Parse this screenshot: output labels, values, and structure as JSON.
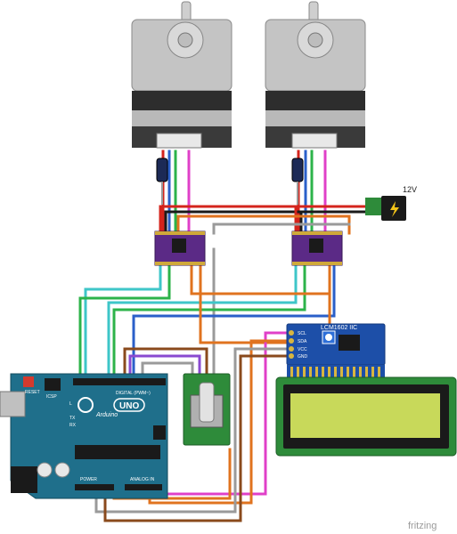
{
  "labels": {
    "supply_voltage": "12V",
    "board_brand": "Arduino",
    "board_model": "UNO",
    "reset": "RESET",
    "icsp": "ICSP",
    "lcd_module": "LCM1602 IIC",
    "watermark": "fritzing",
    "tx": "TX",
    "rx": "RX",
    "l": "L",
    "digital": "DIGITAL (PWM~)",
    "analog": "ANALOG IN",
    "power": "POWER"
  },
  "i2c_pins": [
    "SCL",
    "SDA",
    "VCC",
    "GND"
  ],
  "colors": {
    "motor_body": "#b9b9b9",
    "motor_dark": "#2d2d2d",
    "driver_board": "#5b2a86",
    "arduino": "#1f6f8b",
    "lcd_screen": "#c8d95a",
    "lcd_pcb": "#2e8b3a",
    "i2c_board": "#1d4fa8",
    "wire_red": "#d4241c",
    "wire_black": "#1a1a1a",
    "wire_orange": "#e0731f",
    "wire_cyan": "#3ec6c8",
    "wire_green": "#2cb34a",
    "wire_blue": "#2a5fc9",
    "wire_magenta": "#e040c8",
    "wire_gray": "#9a9a9a",
    "wire_brown": "#8a4a1c",
    "wire_purple": "#8a4ad0"
  }
}
